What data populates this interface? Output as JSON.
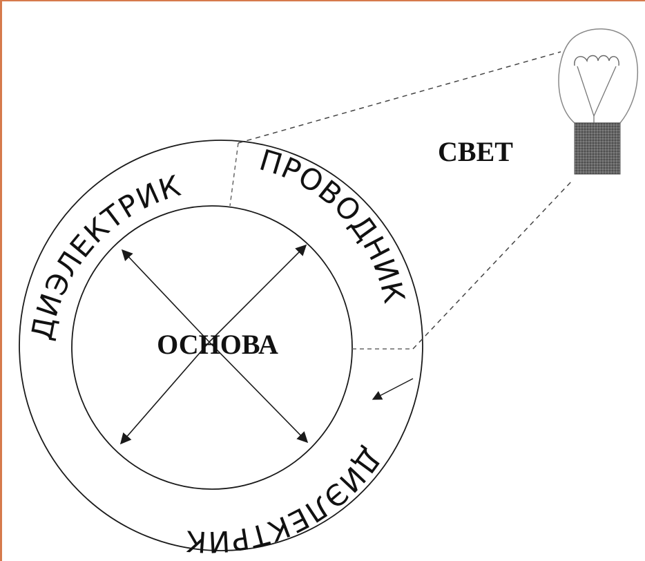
{
  "labels": {
    "core": "ОСНОВА",
    "light": "СВЕТ",
    "ring_top_left": "ДИЭЛЕКТРИК",
    "ring_top_right": "ПРОВОДНИК",
    "ring_bottom": "ДИЭЛЕКТРИК"
  },
  "colors": {
    "line": "#1a1a1a",
    "frame_border": "#d67a4c",
    "bulb_base": "#555555"
  }
}
